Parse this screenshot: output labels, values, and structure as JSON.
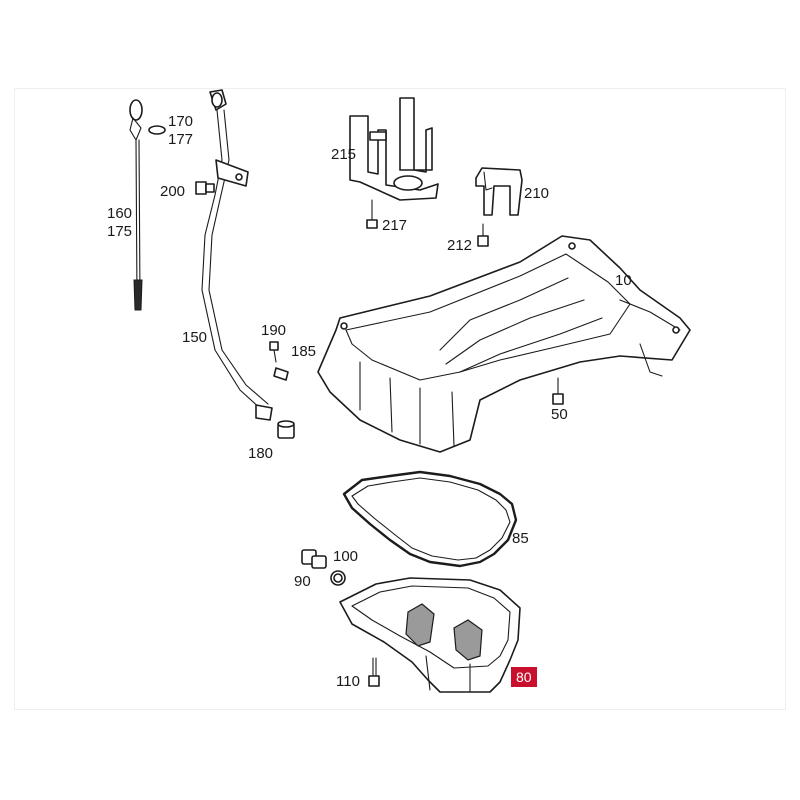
{
  "callouts": {
    "c170": "170",
    "c177": "177",
    "c200": "200",
    "c160": "160",
    "c175": "175",
    "c150": "150",
    "c215": "215",
    "c217": "217",
    "c210": "210",
    "c212": "212",
    "c10": "10",
    "c190": "190",
    "c185": "185",
    "c50": "50",
    "c180": "180",
    "c85": "85",
    "c100": "100",
    "c90": "90",
    "c110": "110",
    "c80": "80"
  },
  "highlight_color": "#c8102e",
  "highlighted_part": "80"
}
